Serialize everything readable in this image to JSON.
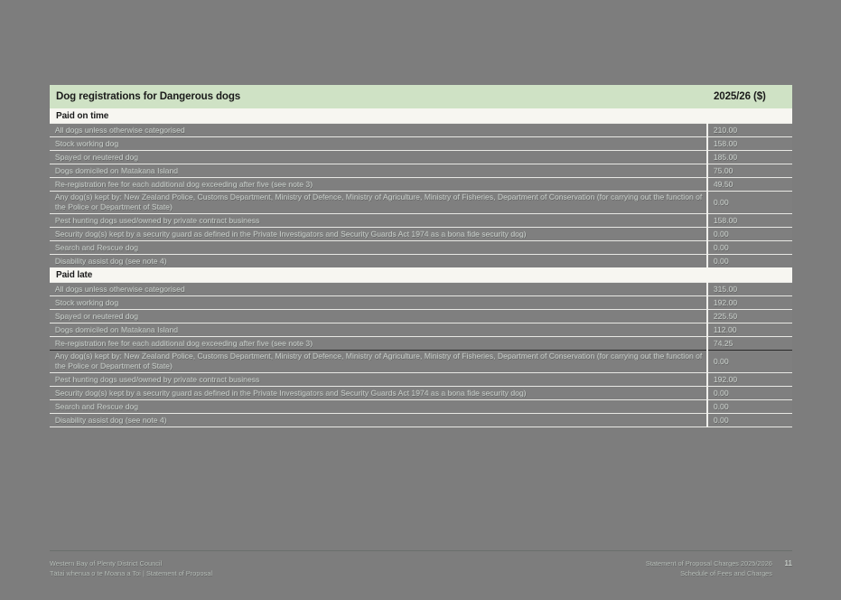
{
  "document": {
    "background_color": "#7d7d7d",
    "accent_color": "#cfe2c5",
    "section_color": "#f7f6f1"
  },
  "table": {
    "header": {
      "title": "Dog registrations for Dangerous dogs",
      "value_column": "2025/26 ($)"
    },
    "sections": [
      {
        "label": "Paid on time",
        "rows": [
          {
            "description": "All dogs unless otherwise categorised",
            "value": "210.00"
          },
          {
            "description": "Stock working dog",
            "value": "158.00"
          },
          {
            "description": "Spayed or neutered dog",
            "value": "185.00"
          },
          {
            "description": "Dogs domiciled on Matakana Island",
            "value": "75.00"
          },
          {
            "description": "Re-registration fee for each additional dog exceeding after five (see note 3)",
            "value": "49.50"
          },
          {
            "description": "Any dog(s) kept by: New Zealand Police, Customs Department, Ministry of Defence, Ministry of Agriculture, Ministry of Fisheries, Department of Conservation (for carrying out the function of the Police or Department of State)",
            "value": "0.00"
          },
          {
            "description": "Pest hunting dogs used/owned by private contract business",
            "value": "158.00"
          },
          {
            "description": "Security dog(s) kept by a security guard as defined in the Private Investigators and Security Guards Act 1974 as a bona fide security dog)",
            "value": "0.00"
          },
          {
            "description": "Search and Rescue dog",
            "value": "0.00"
          },
          {
            "description": "Disability assist dog (see note 4)",
            "value": "0.00"
          }
        ]
      },
      {
        "label": "Paid late",
        "rows": [
          {
            "description": "All dogs unless otherwise categorised",
            "value": "315.00"
          },
          {
            "description": "Stock working dog",
            "value": "192.00"
          },
          {
            "description": "Spayed or neutered dog",
            "value": "225.50"
          },
          {
            "description": "Dogs domiciled on Matakana Island",
            "value": "112.00"
          },
          {
            "description": "Re-registration fee for each additional dog exceeding after five (see note 3)",
            "value": "74.25"
          },
          {
            "description": "Any dog(s) kept by: New Zealand Police, Customs Department, Ministry of Defence, Ministry of Agriculture, Ministry of Fisheries, Department of Conservation (for carrying out the function of the Police or Department of State)",
            "value": "0.00"
          },
          {
            "description": "Pest hunting dogs used/owned by private contract business",
            "value": "192.00"
          },
          {
            "description": "Security dog(s) kept by a security guard as defined in the Private Investigators and Security Guards Act 1974 as a bona fide security dog)",
            "value": "0.00"
          },
          {
            "description": "Search and Rescue dog",
            "value": "0.00"
          },
          {
            "description": "Disability assist dog (see note 4)",
            "value": "0.00"
          }
        ]
      }
    ]
  },
  "footer": {
    "left_line1": "Western Bay of Plenty District Council",
    "left_line2": "Tātai whenua o te Moana a Toi | Statement of Proposal",
    "right_line1": "Statement of Proposal Charges 2025/2026",
    "right_line2": "Schedule of Fees and Charges",
    "page_number": "11"
  }
}
